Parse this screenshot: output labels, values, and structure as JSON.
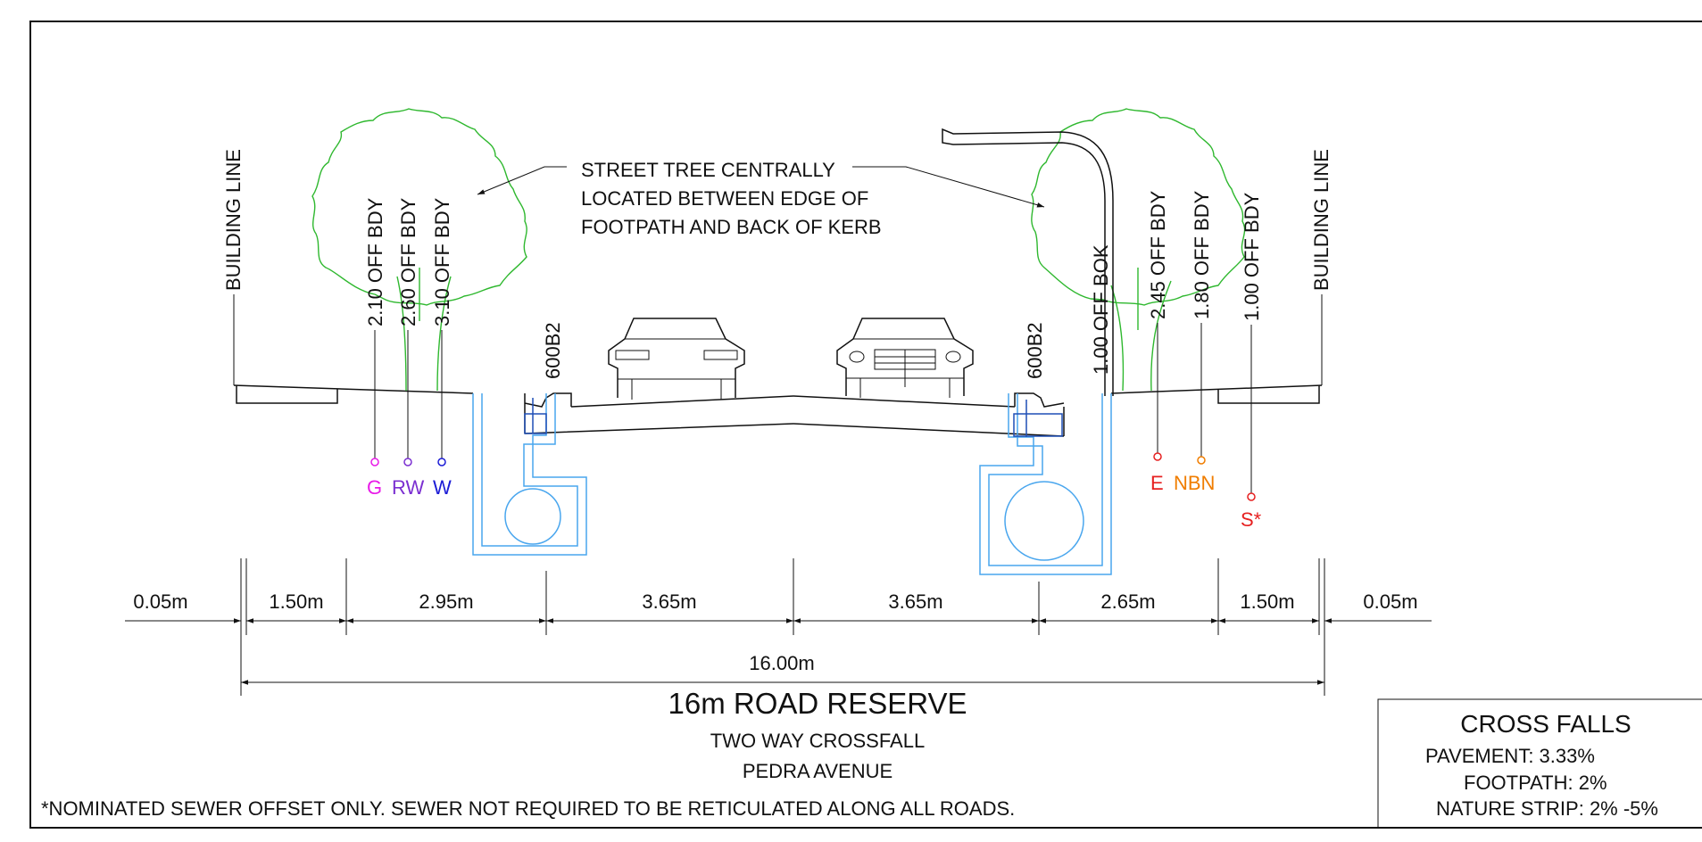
{
  "annotations": {
    "building_line_left": "BUILDING LINE",
    "building_line_right": "BUILDING LINE",
    "street_tree_note": [
      "STREET TREE CENTRALLY",
      "LOCATED BETWEEN EDGE OF",
      "FOOTPATH AND BACK OF KERB"
    ],
    "kerb_left": "600B2",
    "kerb_right": "600B2",
    "services_left": [
      {
        "offset": "2.10 OFF BDY",
        "tag": "G",
        "color": "#e81ae8"
      },
      {
        "offset": "2.60 OFF BDY",
        "tag": "RW",
        "color": "#7b2fd1"
      },
      {
        "offset": "3.10 OFF BDY",
        "tag": "W",
        "color": "#1c1cd6"
      }
    ],
    "services_right": [
      {
        "offset": "1.00 OFF BOK",
        "tag": "",
        "color": "#111111"
      },
      {
        "offset": "2.45 OFF BDY",
        "tag": "E",
        "color": "#e62020"
      },
      {
        "offset": "1.80 OFF BDY",
        "tag": "NBN",
        "color": "#f07d00"
      },
      {
        "offset": "1.00 OFF BDY",
        "tag": "S*",
        "color": "#e62020"
      }
    ]
  },
  "dimensions": {
    "segments": [
      "0.05m",
      "1.50m",
      "2.95m",
      "3.65m",
      "3.65m",
      "2.65m",
      "1.50m",
      "0.05m"
    ],
    "total": "16.00m"
  },
  "titles": {
    "main": "16m ROAD RESERVE",
    "sub1": "TWO WAY CROSSFALL",
    "sub2": "PEDRA AVENUE",
    "footnote": "*NOMINATED SEWER OFFSET ONLY. SEWER NOT REQUIRED TO BE RETICULATED ALONG ALL ROADS."
  },
  "cross_falls": {
    "title": "CROSS FALLS",
    "pavement": "PAVEMENT: 3.33%",
    "footpath": "FOOTPATH: 2%",
    "nature_strip": "NATURE STRIP: 2% -5%"
  },
  "colors": {
    "tree": "#2fb82f",
    "pit_outline": "#49a6ee",
    "pit_inner": "#1f4fb5",
    "ink": "#111111"
  }
}
